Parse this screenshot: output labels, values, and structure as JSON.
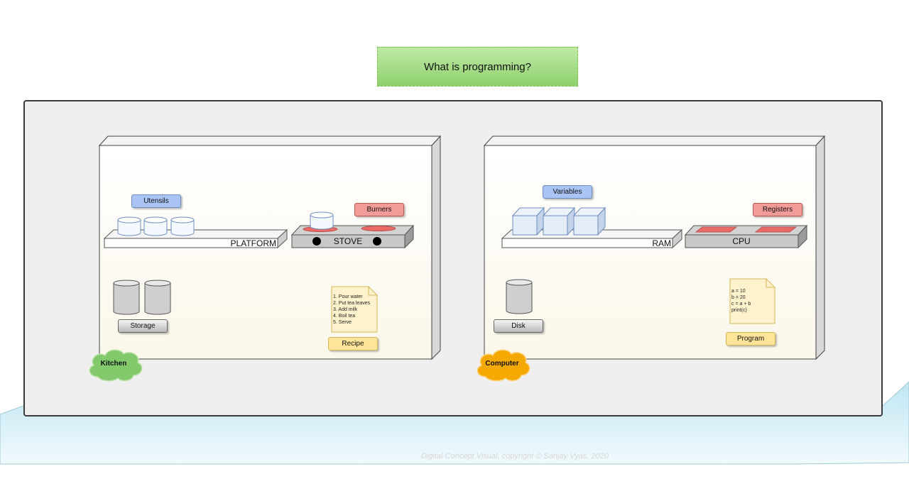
{
  "title": "What is programming?",
  "kitchen": {
    "name": "Kitchen",
    "utensils_label": "Utensils",
    "burners_label": "Burners",
    "platform_label": "PLATFORM",
    "stove_label": "STOVE",
    "storage_label": "Storage",
    "recipe_label": "Recipe",
    "recipe_steps": "1. Pour water\n2. Put tea leaves\n3. Add milk\n4. Boil tea\n5. Serve"
  },
  "computer": {
    "name": "Computer",
    "variables_label": "Variables",
    "registers_label": "Registers",
    "ram_label": "RAM",
    "cpu_label": "CPU",
    "disk_label": "Disk",
    "program_label": "Program",
    "program_code": "a = 10\nb = 20\nc = a + b\nprint(c)"
  },
  "copyright": "Digital Concept Visual, copyright © Sanjay Vyas, 2020",
  "colors": {
    "title_green": "#8fd06d",
    "blue_label": "#a9c4f5",
    "red_label": "#f19c99",
    "yellow_label": "#ffe599",
    "kitchen_cloud": "#82c96b",
    "computer_cloud": "#f5a800"
  }
}
